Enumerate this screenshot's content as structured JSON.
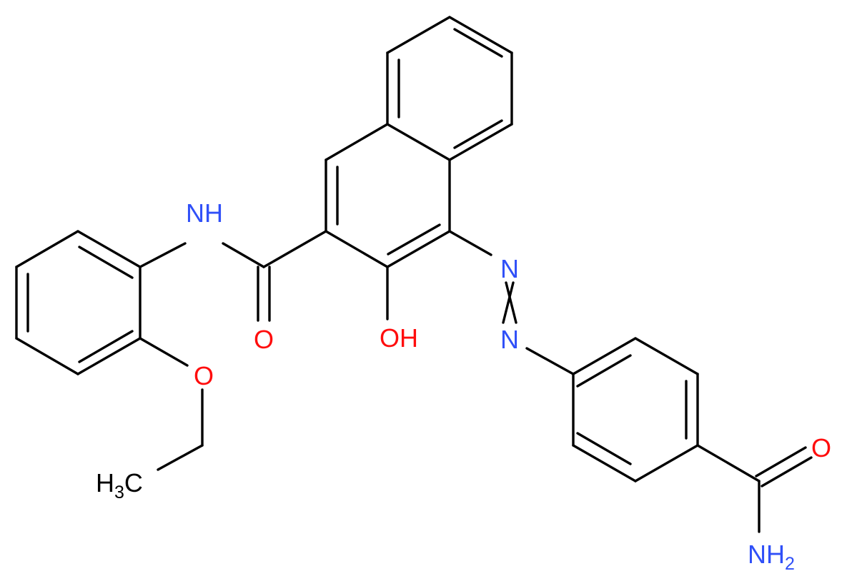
{
  "colors": {
    "background": "#ffffff",
    "bond": "#000000",
    "nitrogen": "#3050f8",
    "oxygen": "#ff0d0d",
    "carbon_label": "#000000"
  },
  "atoms": {
    "nh_amide": {
      "main": "NH"
    },
    "o_amide": {
      "main": "O"
    },
    "oh": {
      "main": "OH"
    },
    "n_azo_1": {
      "main": "N"
    },
    "n_azo_2": {
      "main": "N"
    },
    "o_ether": {
      "main": "O"
    },
    "ch3": {
      "main": "H",
      "sub": "3",
      "tail": "C"
    },
    "o_carboxamide": {
      "main": "O"
    },
    "nh2": {
      "main": "NH",
      "sub": "2"
    }
  }
}
